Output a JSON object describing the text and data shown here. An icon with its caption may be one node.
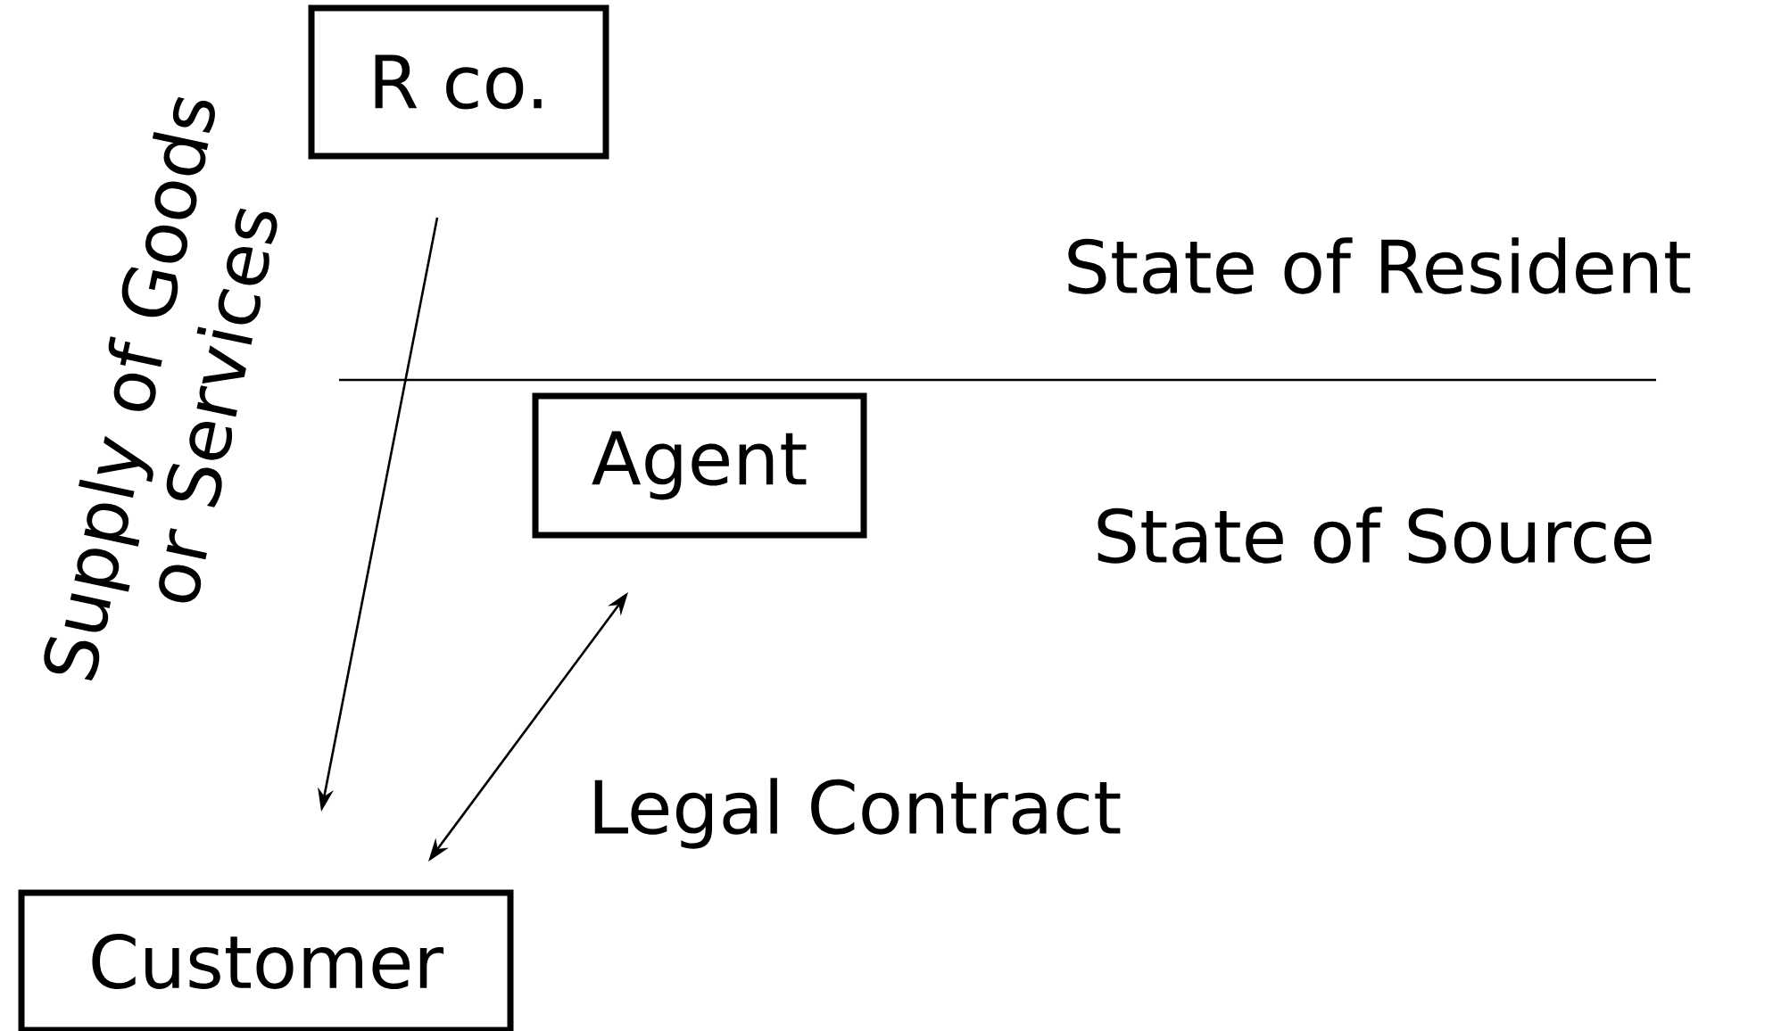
{
  "diagram": {
    "nodes": [
      {
        "text": [
          "R co."
        ]
      },
      {
        "text": [
          "Agent"
        ]
      },
      {
        "text": [
          "Customer"
        ]
      }
    ],
    "edges": [
      {
        "from": 0,
        "to": 2,
        "arrow": "to",
        "label": "Supply of Goods or Services"
      },
      {
        "from": 1,
        "to": 2,
        "arrow": "both",
        "label": "Legal Contract"
      }
    ],
    "labels": [
      "State of Resident",
      "State of Source"
    ]
  }
}
